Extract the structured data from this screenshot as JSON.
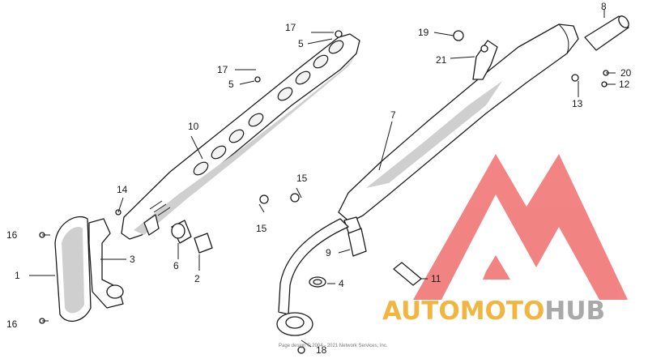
{
  "diagram": {
    "callouts": [
      "1",
      "2",
      "3",
      "4",
      "5",
      "5",
      "6",
      "7",
      "8",
      "9",
      "10",
      "11",
      "12",
      "13",
      "14",
      "15",
      "15",
      "16",
      "16",
      "17",
      "17",
      "18",
      "19",
      "20",
      "21"
    ]
  },
  "copyright": "Page design © 2004 - 2021 Network Services, Inc.",
  "watermark": {
    "part1": "AUTOMOTO",
    "part2": "HUB",
    "color_primary": "#f0b640",
    "color_secondary": "#a9a9a9",
    "logo_color": "#f06e6e"
  }
}
